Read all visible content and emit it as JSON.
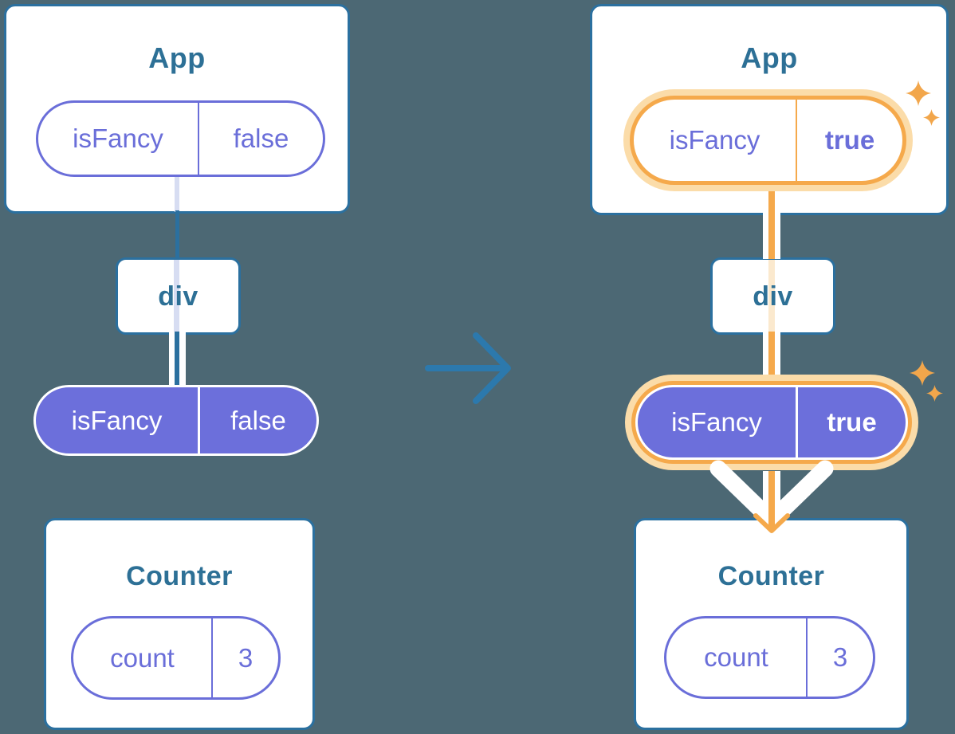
{
  "before": {
    "app": {
      "title": "App",
      "prop_name": "isFancy",
      "prop_value": "false"
    },
    "container": {
      "label": "div"
    },
    "passed_prop": {
      "name": "isFancy",
      "value": "false"
    },
    "counter": {
      "title": "Counter",
      "state_name": "count",
      "state_value": "3"
    }
  },
  "after": {
    "app": {
      "title": "App",
      "prop_name": "isFancy",
      "prop_value": "true"
    },
    "container": {
      "label": "div"
    },
    "passed_prop": {
      "name": "isFancy",
      "value": "true"
    },
    "counter": {
      "title": "Counter",
      "state_name": "count",
      "state_value": "3"
    }
  },
  "icons": {
    "transition_arrow": "right-arrow",
    "flow_arrow_before": "down-arrow-blue",
    "flow_arrow_after": "down-arrow-orange",
    "sparkles": "sparkle"
  },
  "colors": {
    "background": "#4C6874",
    "stroke_blue": "#2B709F",
    "title_blue": "#2D7096",
    "arrow_blue": "#2C79AD",
    "purple_fill": "#6C6FDB",
    "purple_ink": "#6A6ED9",
    "highlight_orange": "#F5A94B",
    "highlight_peach": "#FBDCA9",
    "stripe_lavender": "#D7DDF2",
    "stripe_peach": "#FBE9CE"
  }
}
